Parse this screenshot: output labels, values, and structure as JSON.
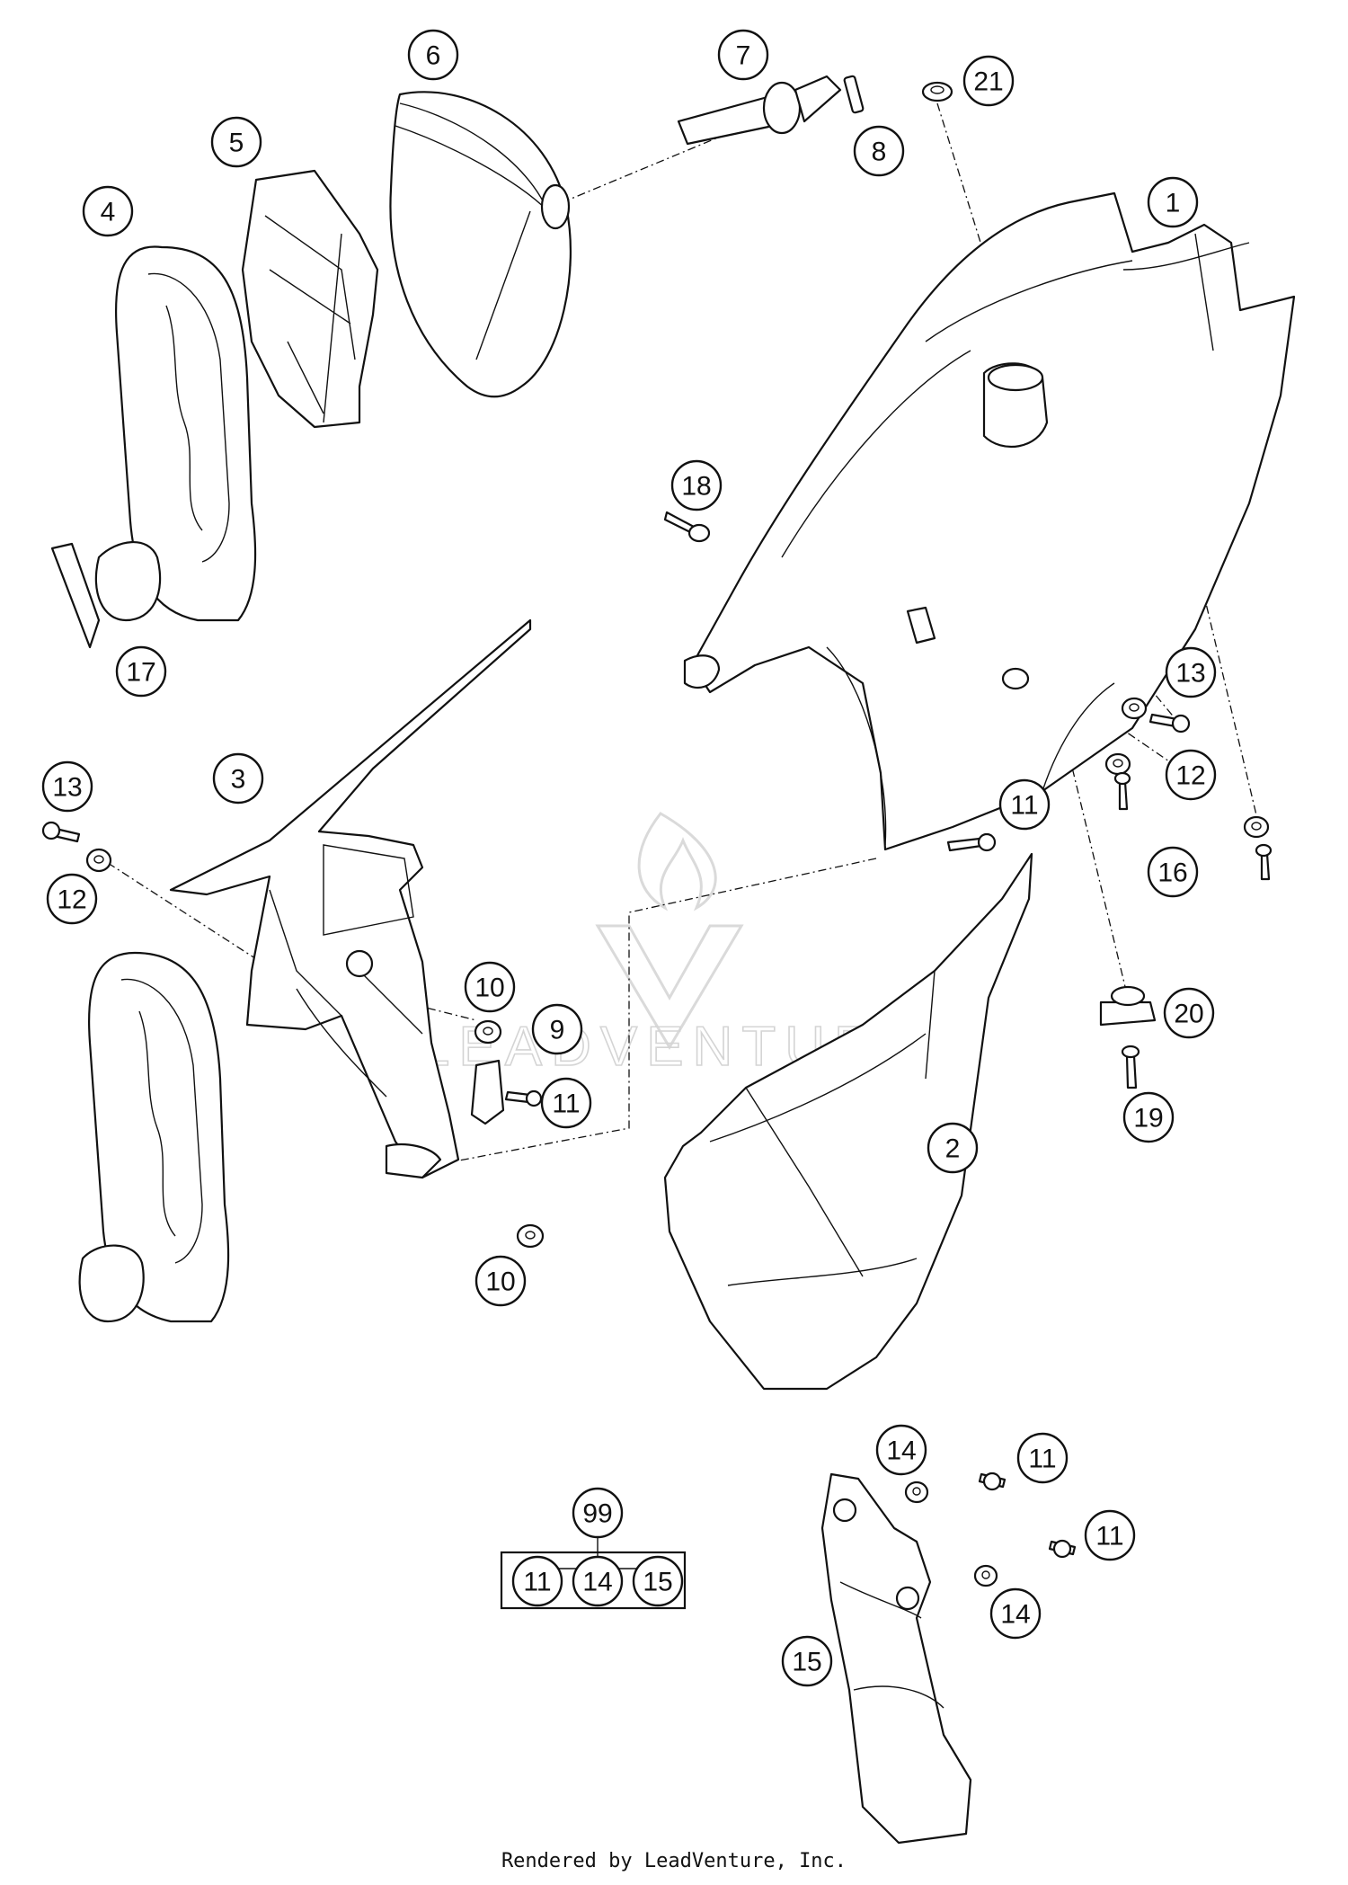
{
  "callouts": [
    {
      "id": "c1",
      "label": "1"
    },
    {
      "id": "c2",
      "label": "2"
    },
    {
      "id": "c3",
      "label": "3"
    },
    {
      "id": "c4",
      "label": "4"
    },
    {
      "id": "c5",
      "label": "5"
    },
    {
      "id": "c6",
      "label": "6"
    },
    {
      "id": "c7",
      "label": "7"
    },
    {
      "id": "c8",
      "label": "8"
    },
    {
      "id": "c9",
      "label": "9"
    },
    {
      "id": "c10a",
      "label": "10"
    },
    {
      "id": "c10b",
      "label": "10"
    },
    {
      "id": "c11a",
      "label": "11"
    },
    {
      "id": "c11b",
      "label": "11"
    },
    {
      "id": "c11c",
      "label": "11"
    },
    {
      "id": "c11d",
      "label": "11"
    },
    {
      "id": "c12a",
      "label": "12"
    },
    {
      "id": "c12b",
      "label": "12"
    },
    {
      "id": "c13a",
      "label": "13"
    },
    {
      "id": "c13b",
      "label": "13"
    },
    {
      "id": "c14a",
      "label": "14"
    },
    {
      "id": "c14b",
      "label": "14"
    },
    {
      "id": "c15",
      "label": "15"
    },
    {
      "id": "c16",
      "label": "16"
    },
    {
      "id": "c17",
      "label": "17"
    },
    {
      "id": "c18",
      "label": "18"
    },
    {
      "id": "c19",
      "label": "19"
    },
    {
      "id": "c20",
      "label": "20"
    },
    {
      "id": "c21",
      "label": "21"
    }
  ],
  "kit": {
    "label": "99",
    "items": [
      "11",
      "14",
      "15"
    ]
  },
  "watermark": "LEADVENTURE",
  "credit": "Rendered by LeadVenture, Inc."
}
